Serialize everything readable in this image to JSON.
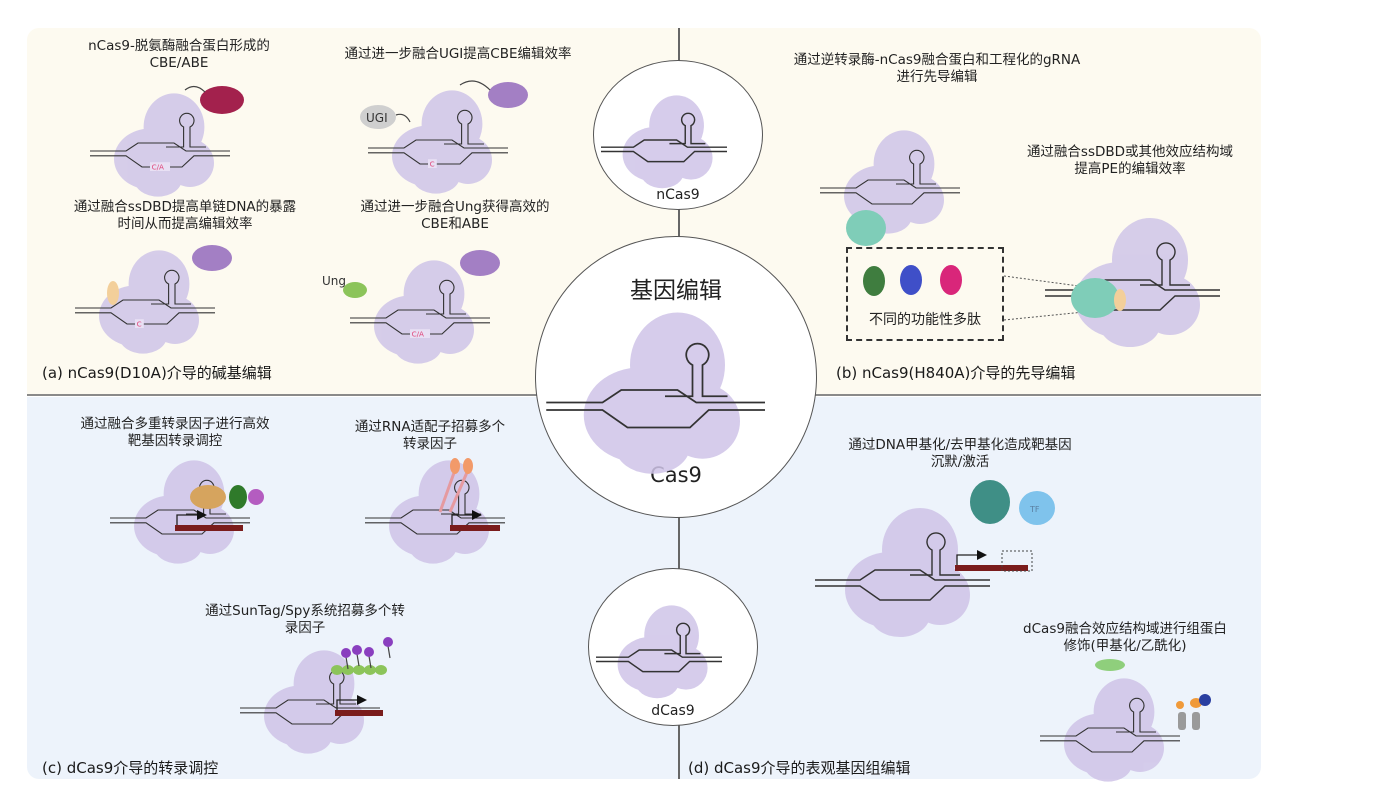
{
  "colors": {
    "top_panel_bg": "#fdfaf0",
    "bottom_panel_bg": "#edf3fb",
    "cas9_body": "#cfc4e8",
    "dna_line": "#333333",
    "base_mark": "#e0457a",
    "deaminase_dark": "#a3214d",
    "deaminase_purple": "#a37fc4",
    "ugi_grey": "#cfcfcf",
    "ung_green": "#8cc45a",
    "ssdbd_peach": "#f3cf9a",
    "rt_teal": "#7fcdb8",
    "promoter_dark_red": "#7a1c1c",
    "polypeptide_green": "#3f7d3f",
    "polypeptide_blue": "#3f4fc8",
    "polypeptide_pink": "#d9267a",
    "tf_blue": "#7fc3ec",
    "dnmt_teal": "#3f8f86",
    "tf_tan": "#d6a45e",
    "tf_darkgreen": "#2f7a2a",
    "tf_magenta": "#b45cc0"
  },
  "center": {
    "title": "基因编辑",
    "cas9_label": "Cas9",
    "ncas9_label": "nCas9",
    "dcas9_label": "dCas9"
  },
  "panel_a": {
    "label": "(a) nCas9(D10A)介导的碱基编辑",
    "items": [
      {
        "caption_line1": "nCas9-脱氨酶融合蛋白形成的",
        "caption_line2": "CBE/ABE",
        "base": "C/A"
      },
      {
        "caption_line1": "通过进一步融合UGI提高CBE编辑效率",
        "caption_line2": "",
        "base": "C",
        "fusion_label": "UGI"
      },
      {
        "caption_line1": "通过融合ssDBD提高单链DNA的暴露",
        "caption_line2": "时间从而提高编辑效率",
        "base": "C"
      },
      {
        "caption_line1": "通过进一步融合Ung获得高效的",
        "caption_line2": "CBE和ABE",
        "base": "C/A",
        "fusion_label": "Ung"
      }
    ]
  },
  "panel_b": {
    "label": "(b) nCas9(H840A)介导的先导编辑",
    "items": [
      {
        "caption_line1": "通过逆转录酶-nCas9融合蛋白和工程化的gRNA",
        "caption_line2": "进行先导编辑"
      },
      {
        "caption_line1": "通过融合ssDBD或其他效应结构域",
        "caption_line2": "提高PE的编辑效率"
      }
    ],
    "legend_text": "不同的功能性多肽"
  },
  "panel_c": {
    "label": "(c) dCas9介导的转录调控",
    "items": [
      {
        "caption_line1": "通过融合多重转录因子进行高效",
        "caption_line2": "靶基因转录调控"
      },
      {
        "caption_line1": "通过RNA适配子招募多个",
        "caption_line2": "转录因子"
      },
      {
        "caption_line1": "通过SunTag/Spy系统招募多个转",
        "caption_line2": "录因子"
      }
    ]
  },
  "panel_d": {
    "label": "(d) dCas9介导的表观基因组编辑",
    "items": [
      {
        "caption_line1": "通过DNA甲基化/去甲基化造成靶基因",
        "caption_line2": "沉默/激活",
        "tf_label": "TF"
      },
      {
        "caption_line1": "dCas9融合效应结构域进行组蛋白",
        "caption_line2": "修饰(甲基化/乙酰化)"
      }
    ]
  }
}
